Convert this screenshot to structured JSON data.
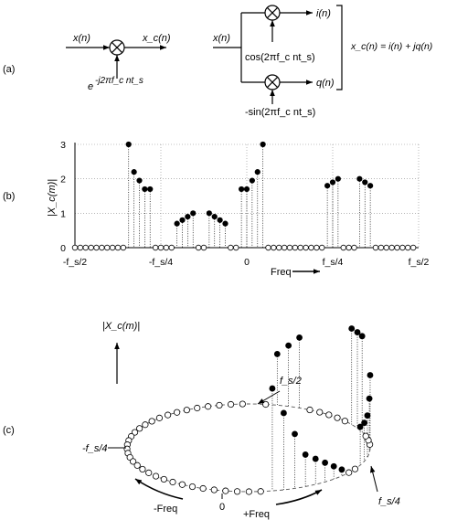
{
  "panel_a": {
    "label": "(a)",
    "left_input": "x(n)",
    "left_output": "x_c(n)",
    "left_exp": "e",
    "left_exp_power": "-j2πf_c nt_s",
    "right_input": "x(n)",
    "right_out_i": "i(n)",
    "right_out_q": "q(n)",
    "cos_label": "cos(2πf_c nt_s)",
    "sin_label": "-sin(2πf_c nt_s)",
    "equation": "x_c(n) = i(n) + jq(n)"
  },
  "panel_b": {
    "label": "(b)",
    "y_label": "|X_c(m)|",
    "x_label": "Freq",
    "x_ticks": [
      "-f_s/2",
      "-f_s/4",
      "0",
      "f_s/4",
      "f_s/2"
    ],
    "y_ticks": [
      "0",
      "1",
      "2",
      "3"
    ]
  },
  "panel_c": {
    "label": "(c)",
    "y_label": "|X_c(m)|",
    "neg_freq": "-Freq",
    "pos_freq": "+Freq",
    "zero": "0",
    "fs2": "f_s/2",
    "neg_fs4": "-f_s/4",
    "pos_fs4": "f_s/4"
  },
  "chart_data": {
    "type": "scatter",
    "xlim": [
      -0.5,
      0.5
    ],
    "ylim": [
      0,
      3
    ],
    "x_tick_labels": [
      "-f_s/2",
      "-f_s/4",
      "0",
      "f_s/4",
      "f_s/2"
    ],
    "y_tick_labels": [
      "0",
      "1",
      "2",
      "3"
    ],
    "xlabel": "Freq",
    "ylabel": "|X_c(m)|",
    "grid": true,
    "filled_points": [
      {
        "x": -0.3438,
        "y": 3.0
      },
      {
        "x": -0.3281,
        "y": 2.2
      },
      {
        "x": -0.3125,
        "y": 1.95
      },
      {
        "x": -0.2969,
        "y": 1.7
      },
      {
        "x": -0.2813,
        "y": 1.7
      },
      {
        "x": -0.2031,
        "y": 0.7
      },
      {
        "x": -0.1875,
        "y": 0.8
      },
      {
        "x": -0.1719,
        "y": 0.9
      },
      {
        "x": -0.1563,
        "y": 1.0
      },
      {
        "x": -0.1094,
        "y": 1.0
      },
      {
        "x": -0.0938,
        "y": 0.9
      },
      {
        "x": -0.0781,
        "y": 0.8
      },
      {
        "x": -0.0625,
        "y": 0.7
      },
      {
        "x": -0.0156,
        "y": 1.7
      },
      {
        "x": 0.0,
        "y": 1.7
      },
      {
        "x": 0.0156,
        "y": 1.95
      },
      {
        "x": 0.0313,
        "y": 2.2
      },
      {
        "x": 0.0469,
        "y": 3.0
      },
      {
        "x": 0.2344,
        "y": 1.8
      },
      {
        "x": 0.25,
        "y": 1.9
      },
      {
        "x": 0.2656,
        "y": 2.0
      },
      {
        "x": 0.3281,
        "y": 2.0
      },
      {
        "x": 0.3438,
        "y": 1.9
      },
      {
        "x": 0.3594,
        "y": 1.8
      }
    ],
    "zero_bins_step": 0.015625,
    "ring_filled_heights": [
      1.6,
      1.2,
      0.85,
      0.5,
      0.4,
      0.3,
      0.2,
      0.1,
      0.6,
      0.6,
      0.65,
      0.85,
      1.15,
      1.5,
      1.5,
      1.5,
      1.1,
      0.95,
      0.8
    ]
  }
}
